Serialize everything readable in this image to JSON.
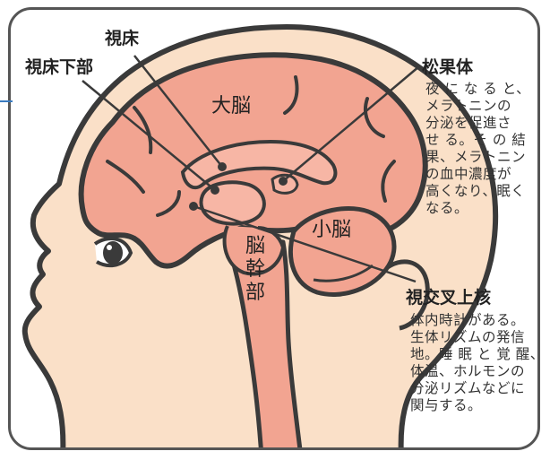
{
  "labels": {
    "thalamus": "視床",
    "hypothalamus": "視床下部",
    "pineal": "松果体",
    "scn": "視交叉上核"
  },
  "regions": {
    "cerebrum": "大脳",
    "cerebellum": "小脳",
    "brainstem": [
      "脳",
      "幹",
      "部"
    ]
  },
  "descriptions": {
    "pineal": [
      "夜 に な る と、",
      "メラトニンの",
      "分泌を促進さ",
      "せ る。そ の 結",
      "果、メラトニン",
      "の血中濃度が",
      "高くなり、眠く",
      "なる。"
    ],
    "scn": [
      "体内時計がある。",
      "生体リズムの発信",
      "地。睡 眠 と 覚 醒、",
      "体温、ホルモンの",
      "分泌リズムなどに",
      "関与する。"
    ]
  },
  "colors": {
    "skin": "#fae0c8",
    "brain": "#f2a491",
    "outline": "#3a3a3a",
    "frame": "#555555",
    "accent": "#3a7bc0"
  }
}
